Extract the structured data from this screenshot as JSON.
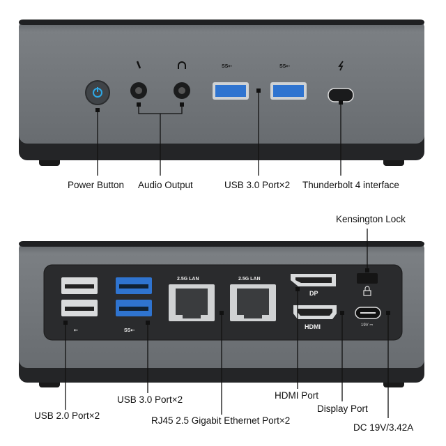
{
  "front": {
    "labels": {
      "power": "Power Button",
      "audio": "Audio Output",
      "usb3": "USB 3.0 Port×2",
      "thunderbolt": "Thunderbolt 4 interface"
    },
    "usb_ss_mark": "SS⇠"
  },
  "rear": {
    "labels": {
      "kensington": "Kensington Lock",
      "usb2": "USB 2.0 Port×2",
      "usb3": "USB 3.0 Port×2",
      "rj45": "RJ45 2.5 Gigabit Ethernet Port×2",
      "hdmi": "HDMI Port",
      "dp": "Display Port",
      "dc": "DC 19V/3.42A"
    },
    "lan1": "2.5G LAN",
    "lan2": "2.5G LAN",
    "dp_mark": "DP",
    "hdmi_mark": "HDMI",
    "dc_mark": "19V ⎓",
    "usb2_mark": "⇠",
    "usb3_mark": "SS⇠"
  },
  "colors": {
    "body": "#6e7276",
    "band": "#222325",
    "power_led": "#2ea8e6",
    "usb3_blue": "#2f74d0"
  }
}
